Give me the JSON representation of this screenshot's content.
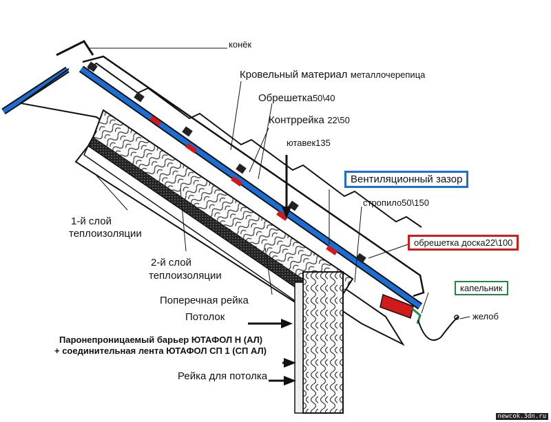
{
  "labels": {
    "ridge": "конёк",
    "roofing_material_bold": "Кровельный материал",
    "roofing_material_normal": "металлочерепица",
    "battens_bold": "Обрешетка",
    "battens_normal": "50\\40",
    "counter_batten_bold": "Контррейка",
    "counter_batten_normal": "22\\50",
    "membrane": "ютавек135",
    "ventilation_gap": "Вентиляционный зазор",
    "rafter": "стропило50\\150",
    "board_batten": "обрешетка доска22\\100",
    "drip_edge": "капельник",
    "gutter": "желоб",
    "insulation_1_line1": "1-й слой",
    "insulation_1_line2": "теплоизоляции",
    "insulation_2_line1": "2-й слой",
    "insulation_2_line2": "теплоизоляции",
    "cross_batten": "Поперечная рейка",
    "ceiling": "Потолок",
    "vapor_barrier_line1": "Паронепроницаемый барьер ЮТАФОЛ Н (АЛ)",
    "vapor_barrier_line2": "+ соединительная лента ЮТАФОЛ СП 1 (СП АЛ)",
    "ceiling_batten": "Рейка для потолка"
  },
  "watermark": "newcok.3dn.ru",
  "colors": {
    "blue_layer": "#1b6fd4",
    "red_accent": "#d11a1a",
    "green_accent": "#1f8a3a",
    "insulation": "#f5f5f5"
  }
}
